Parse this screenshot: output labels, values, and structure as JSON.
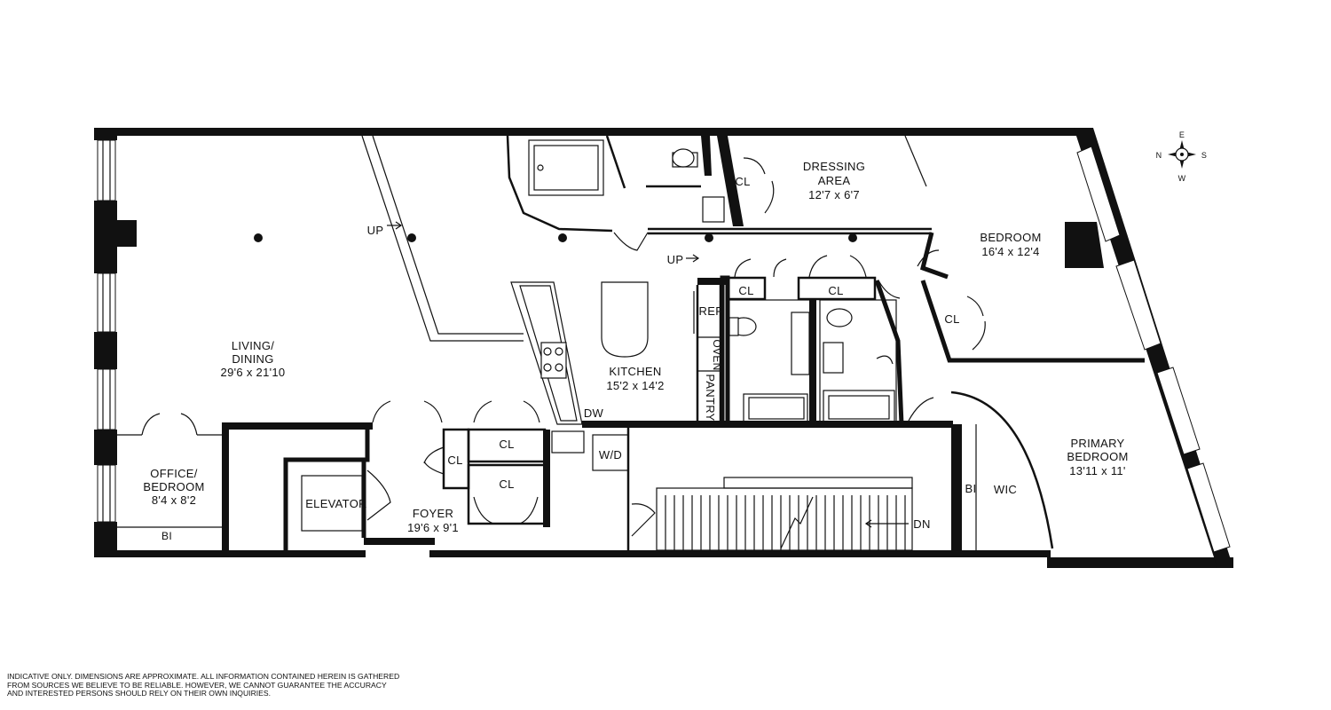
{
  "rooms": {
    "living": {
      "name_1": "LIVING/",
      "name_2": "DINING",
      "dims": "29'6 x 21'10"
    },
    "office": {
      "name_1": "OFFICE/",
      "name_2": "BEDROOM",
      "dims": "8'4 x 8'2"
    },
    "kitchen": {
      "name": "KITCHEN",
      "dims": "15'2 x 14'2"
    },
    "dressing": {
      "name_1": "DRESSING",
      "name_2": "AREA",
      "dims": "12'7 x 6'7"
    },
    "bedroom": {
      "name": "BEDROOM",
      "dims": "16'4 x 12'4"
    },
    "primary": {
      "name_1": "PRIMARY",
      "name_2": "BEDROOM",
      "dims": "13'11 x 11'"
    },
    "foyer": {
      "name": "FOYER",
      "dims": "19'6 x 9'1"
    }
  },
  "labels": {
    "up": "UP",
    "dn": "DN",
    "cl": "CL",
    "bi": "BI",
    "wic": "WIC",
    "elevator": "ELEVATOR",
    "wd": "W/D",
    "dw": "DW",
    "ref": "REF",
    "oven": "OVEN",
    "pantry": "PANTRY"
  },
  "compass": {
    "n": "N",
    "s": "S",
    "e": "E",
    "w": "W"
  },
  "disclaimer": [
    "INDICATIVE ONLY. DIMENSIONS ARE APPROXIMATE. ALL INFORMATION CONTAINED HEREIN IS GATHERED",
    "FROM SOURCES WE BELIEVE TO BE RELIABLE. HOWEVER, WE CANNOT GUARANTEE THE ACCURACY",
    "AND INTERESTED PERSONS SHOULD RELY ON THEIR OWN INQUIRIES."
  ]
}
